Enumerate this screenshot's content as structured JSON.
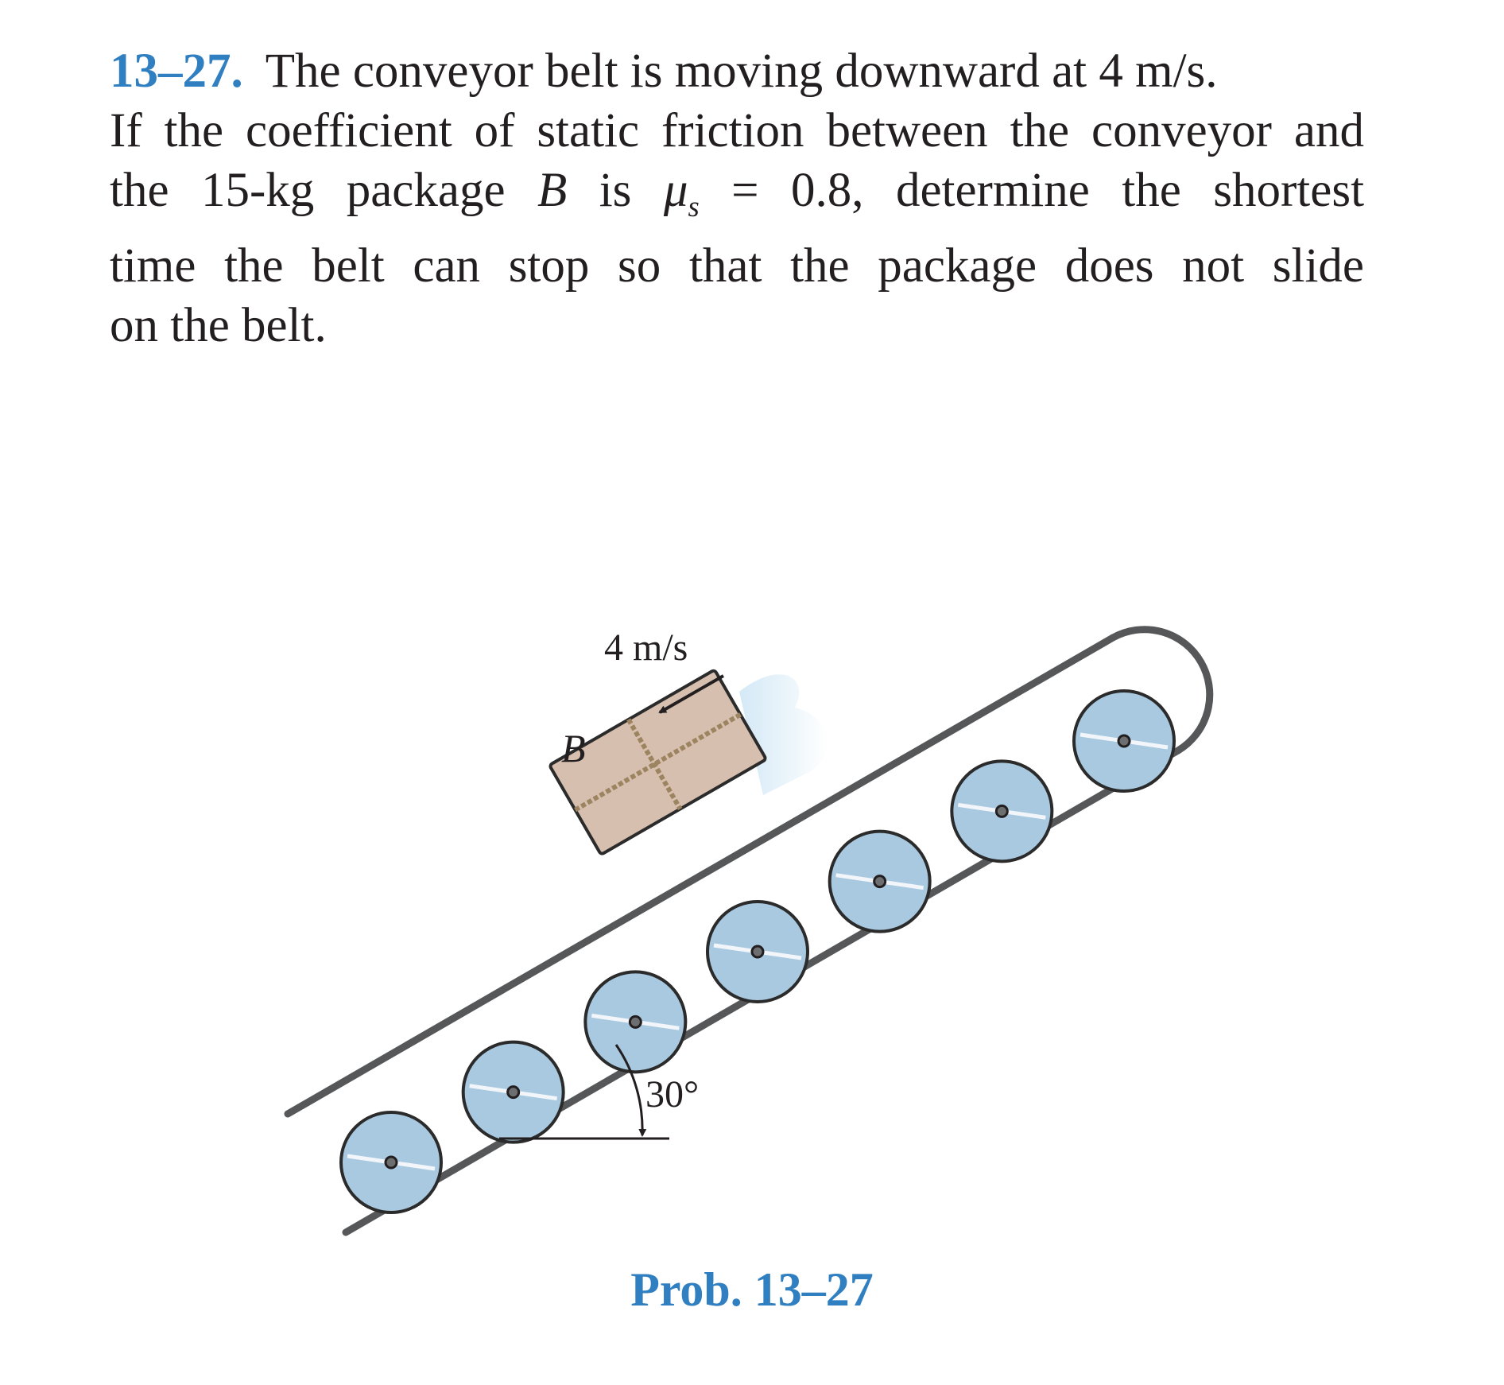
{
  "problem": {
    "number": "13–27.",
    "line1": "The conveyor belt is moving downward at 4 m/s.",
    "line2": "If the coefficient of static friction between the conveyor and",
    "line3_a": "the 15-kg package",
    "line3_B": "B",
    "line3_is": "is",
    "line3_mu": "μ",
    "line3_s": "s",
    "line3_b": "= 0.8, determine the shortest",
    "line4": "time the belt can stop so that the package does not slide",
    "line5": "on the belt."
  },
  "figure": {
    "speed_label": "4 m/s",
    "package_label": "B",
    "angle_label": "30°",
    "colors": {
      "belt": "#555759",
      "roller": "#a9c9e0",
      "roller_edge": "#2b2b2b",
      "package": "#d6bfae",
      "package_edge": "#2b2b2b",
      "string": "#9c8460",
      "motion_blur": "#cfe6f5"
    },
    "roller_count": 7
  },
  "caption": "Prob. 13–27"
}
